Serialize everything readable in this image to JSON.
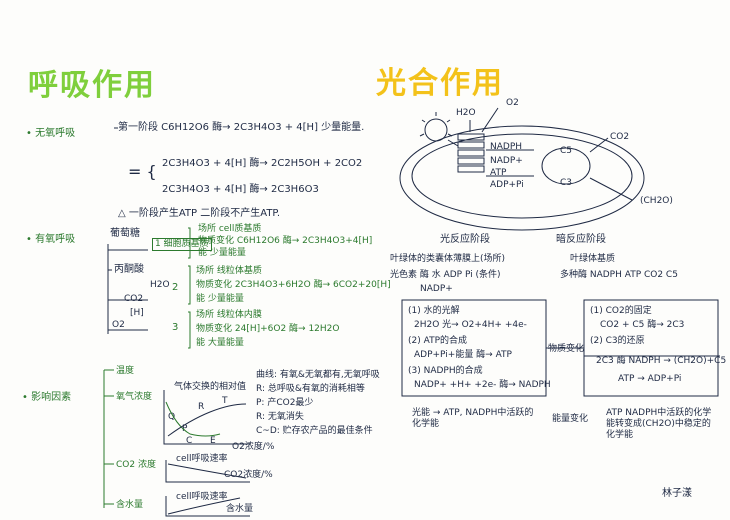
{
  "left": {
    "title": "呼吸作用",
    "anaerobic": {
      "label": "• 无氧呼吸",
      "stage1": "第一阶段 C6H12O6 酶→ 2C3H4O3 + 4[H] 少量能量.",
      "eq_a": "2C3H4O3 + 4[H] 酶→ 2C2H5OH + 2CO2",
      "eq_b": "2C3H4O3 + 4[H] 酶→ 2C3H6O3",
      "brace": "= {",
      "note": "△ 一阶段产生ATP 二阶段不产生ATP."
    },
    "aerobic": {
      "label": "• 有氧呼吸",
      "glucose": "葡萄糖",
      "stage1_box": "1 细胞质基质",
      "s1_place": "场所 cell质基质",
      "s1_eq": "物质变化 C6H12O6 酶→ 2C3H4O3+4[H]",
      "s1_energy": "能 少量能量",
      "pyruvate": "丙酮酸",
      "h2o": "H2O",
      "co2": "CO2",
      "s2": "2",
      "s2_place": "场所 线粒体基质",
      "s2_eq": "物质变化 2C3H4O3+6H2O 酶→ 6CO2+20[H]",
      "s2_energy": "能 少量能量",
      "h_label": "[H]",
      "o2": "O2",
      "s3": "3",
      "s3_place": "场所 线粒体内膜",
      "s3_eq": "物质变化 24[H]+6O2 酶→ 12H2O",
      "s3_energy": "能 大量能量"
    },
    "factors": {
      "label": "• 影响因素",
      "temp": "温度",
      "o2_conc": "氧气浓度",
      "co2_conc": "CO2 浓度",
      "water": "含水量",
      "graph1_title": "气体交换的相对值",
      "graph1_xlabel": "O2浓度/%",
      "graph1_points": [
        "Q",
        "C",
        "E",
        "R",
        "P",
        "T"
      ],
      "graph2_title": "cell呼吸速率",
      "graph2_xlabel": "CO2浓度/%",
      "graph3_title": "cell呼吸速率",
      "graph3_xlabel": "含水量",
      "notes": [
        "曲线: 有氧&无氧都有,无氧呼吸",
        "R: 总呼吸&有氧的消耗相等",
        "P: 产CO2最少",
        "R: 无氧消失",
        "C~D: 贮存农产品的最佳条件"
      ]
    }
  },
  "right": {
    "title": "光合作用",
    "diagram": {
      "h2o": "H2O",
      "o2": "O2",
      "nadph": "NADPH",
      "nadp": "NADP+",
      "atp": "ATP",
      "adp": "ADP+Pi",
      "co2": "CO2",
      "c5": "C5",
      "c3": "C3",
      "ch2o": "(CH2O)"
    },
    "light_stage": "光反应阶段",
    "dark_stage": "暗反应阶段",
    "light_place": "叶绿体的类囊体薄膜上(场所)",
    "dark_place": "叶绿体基质",
    "light_cond": "光色素 酶 水 ADP Pi (条件)",
    "dark_cond": "多种酶 NADPH ATP CO2 C5",
    "nadp_note": "NADP+",
    "box1": [
      "(1) 水的光解",
      "2H2O 光→ O2+4H+ +4e-",
      "(2) ATP的合成",
      "ADP+Pi+能量 酶→ ATP",
      "(3) NADPH的合成",
      "NADP+ +H+ +2e- 酶→ NADPH"
    ],
    "middle": "物质变化",
    "box2": [
      "(1) CO2的固定",
      "CO2 + C5 酶→ 2C3",
      "(2) C3的还原",
      "2C3 酶 NADPH → (CH2O)+C5",
      "ATP → ADP+Pi"
    ],
    "energy_left": "光能 → ATP, NADPH中活跃的化学能",
    "energy_mid": "能量变化",
    "energy_right": "ATP NADPH中活跃的化学能转变成(CH2O)中稳定的化学能",
    "signature": "林子漾"
  }
}
